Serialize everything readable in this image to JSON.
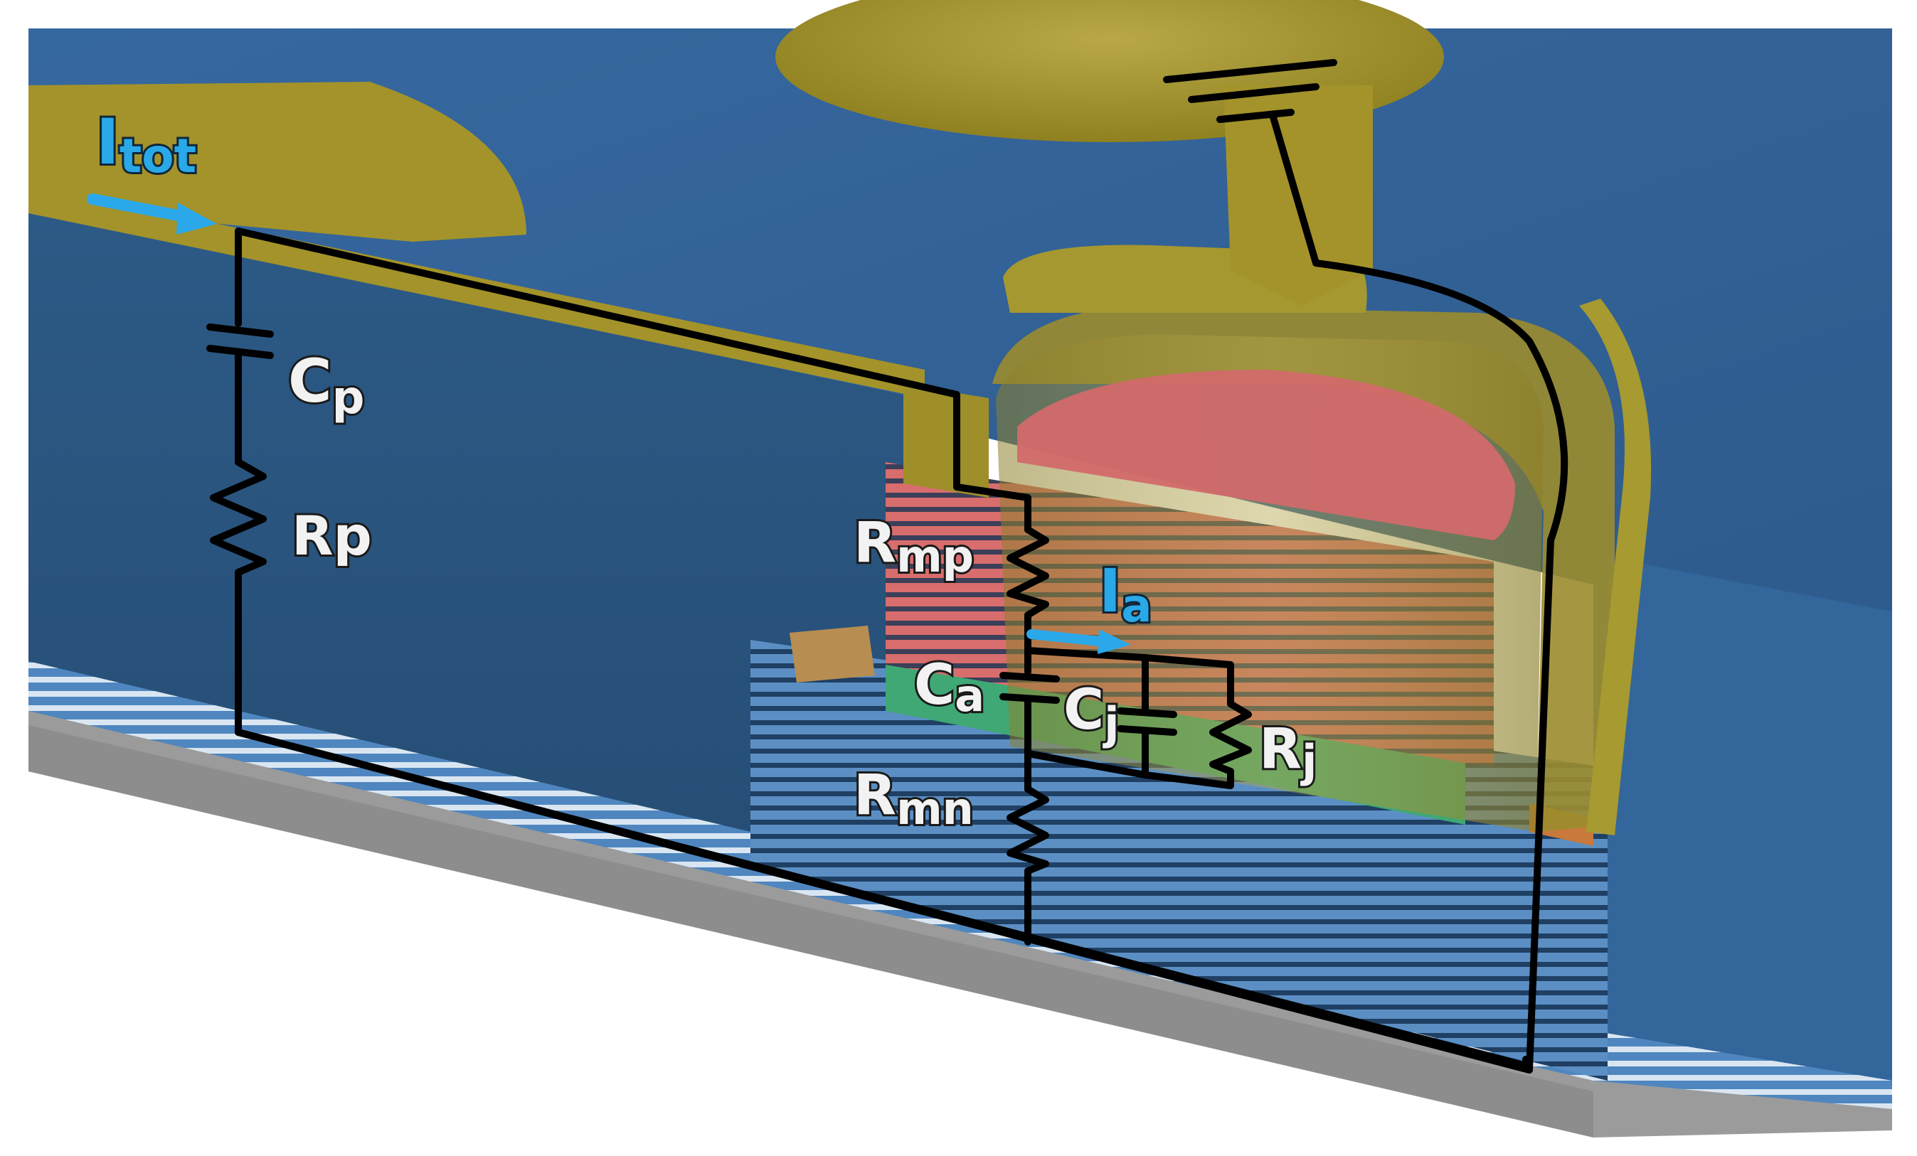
{
  "labels": {
    "itot_main": "I",
    "itot_sub": "tot",
    "cp_main": "C",
    "cp_sub": "p",
    "rp": "Rp",
    "rmp_main": "R",
    "rmp_sub": "mp",
    "ia_main": "I",
    "ia_sub": "a",
    "ca_main": "C",
    "ca_sub": "a",
    "cj_main": "C",
    "cj_sub": "j",
    "rj_main": "R",
    "rj_sub": "j",
    "rmn_main": "R",
    "rmn_sub": "mn"
  },
  "colors": {
    "substrate_blue": "#2e5f8c",
    "gold_metal": "#a5962a",
    "p_layers_red": "#d66a6a",
    "active_green": "#3fa874",
    "n_layers_blue": "#4f86bf",
    "wire": "#000000",
    "current_arrow": "#2aa8ea",
    "base_grey": "#9a9a9a"
  },
  "icons": {
    "current_arrow_total": "right-arrow-icon",
    "current_arrow_active": "right-arrow-icon",
    "ground": "ground-symbol-icon",
    "capacitor": "capacitor-symbol-icon",
    "resistor": "resistor-zigzag-icon"
  }
}
